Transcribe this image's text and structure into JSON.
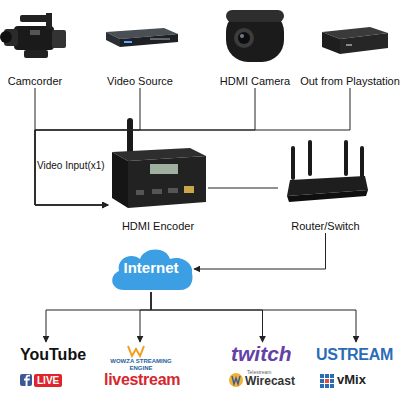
{
  "diagram": {
    "nodes": [
      {
        "text": [
          "Camcorder"
        ]
      },
      {
        "text": [
          "Video Source"
        ]
      },
      {
        "text": [
          "HDMI Camera"
        ]
      },
      {
        "text": [
          "Out from Playstation"
        ]
      },
      {
        "text": [
          "HDMI Encoder"
        ]
      },
      {
        "text": [
          "Router/Switch"
        ]
      },
      {
        "text": [
          "Internet"
        ]
      },
      {
        "text": [
          "YouTube",
          "LIVE"
        ]
      },
      {
        "text": [
          "WOWZA STREAMING ENGINE",
          "livestream"
        ]
      },
      {
        "text": [
          "twitch",
          "Telestream",
          "Wirecast"
        ]
      },
      {
        "text": [
          "USTREAM",
          "vMix"
        ]
      }
    ],
    "edges": [
      {
        "from": 0,
        "to": 4,
        "arrow": "to"
      },
      {
        "from": 1,
        "to": 4,
        "arrow": "to"
      },
      {
        "from": 2,
        "to": 4,
        "arrow": "to"
      },
      {
        "from": 3,
        "to": 4,
        "arrow": "to"
      },
      {
        "from": 4,
        "to": 5,
        "arrow": "none"
      },
      {
        "from": 5,
        "to": 6,
        "arrow": "to"
      },
      {
        "from": 6,
        "to": 7,
        "arrow": "to"
      },
      {
        "from": 6,
        "to": 8,
        "arrow": "to"
      },
      {
        "from": 6,
        "to": 9,
        "arrow": "to"
      },
      {
        "from": 6,
        "to": 10,
        "arrow": "to"
      }
    ],
    "labels": [
      "Video Input(x1)"
    ]
  }
}
